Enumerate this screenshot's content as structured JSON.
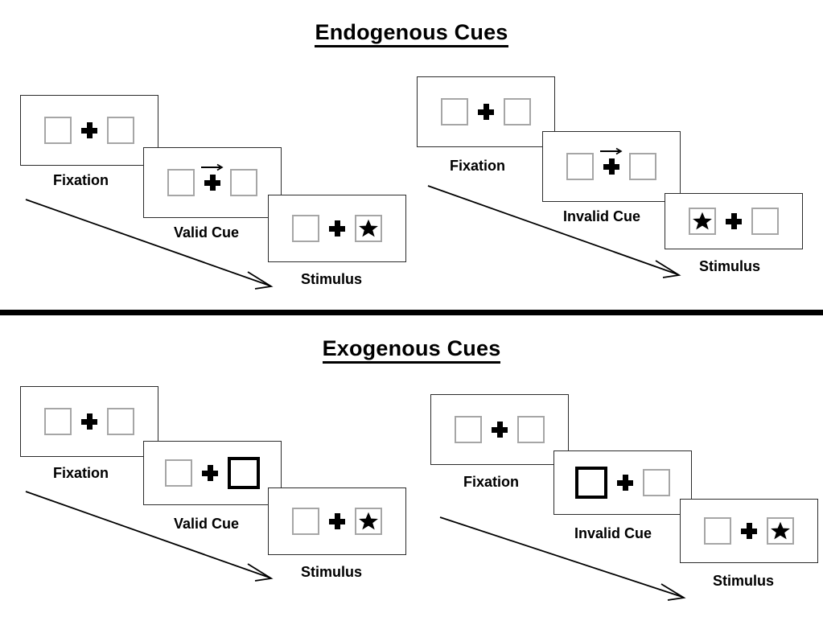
{
  "figure": {
    "title_endogenous": "Endogenous Cues",
    "title_exogenous": "Exogenous Cues",
    "colors": {
      "ink": "#000000",
      "panel_border": "#2b2b2b",
      "box_border": "#a6a6a6",
      "cued_box_border": "#000000",
      "background": "#ffffff"
    }
  },
  "sections": [
    {
      "id": "endogenous",
      "title": "Endogenous Cues",
      "cue_type": "central-arrow",
      "sequences": [
        {
          "id": "endogenous-valid",
          "validity": "valid",
          "panels": [
            {
              "caption": "Fixation",
              "cue": "none",
              "stimulus_side": "none"
            },
            {
              "caption": "Valid Cue",
              "cue": "arrow-right",
              "stimulus_side": "none"
            },
            {
              "caption": "Stimulus",
              "cue": "none",
              "stimulus_side": "right"
            }
          ]
        },
        {
          "id": "endogenous-invalid",
          "validity": "invalid",
          "panels": [
            {
              "caption": "Fixation",
              "cue": "none",
              "stimulus_side": "none"
            },
            {
              "caption": "Invalid Cue",
              "cue": "arrow-right",
              "stimulus_side": "none"
            },
            {
              "caption": "Stimulus",
              "cue": "none",
              "stimulus_side": "left"
            }
          ]
        }
      ]
    },
    {
      "id": "exogenous",
      "title": "Exogenous Cues",
      "cue_type": "peripheral-box-flash",
      "sequences": [
        {
          "id": "exogenous-valid",
          "validity": "valid",
          "panels": [
            {
              "caption": "Fixation",
              "cue": "none",
              "stimulus_side": "none"
            },
            {
              "caption": "Valid Cue",
              "cue": "box-right",
              "stimulus_side": "none"
            },
            {
              "caption": "Stimulus",
              "cue": "none",
              "stimulus_side": "right"
            }
          ]
        },
        {
          "id": "exogenous-invalid",
          "validity": "invalid",
          "panels": [
            {
              "caption": "Fixation",
              "cue": "none",
              "stimulus_side": "none"
            },
            {
              "caption": "Invalid Cue",
              "cue": "box-left",
              "stimulus_side": "none"
            },
            {
              "caption": "Stimulus",
              "cue": "none",
              "stimulus_side": "right"
            }
          ]
        }
      ]
    }
  ],
  "labels": {
    "fixation": "Fixation",
    "valid_cue": "Valid Cue",
    "invalid_cue": "Invalid Cue",
    "stimulus": "Stimulus"
  },
  "icons": {
    "fixation_cross": "plus-icon",
    "target": "star-icon",
    "cue_arrow": "arrow-right-icon",
    "time_flow": "time-flow-arrow-icon"
  }
}
